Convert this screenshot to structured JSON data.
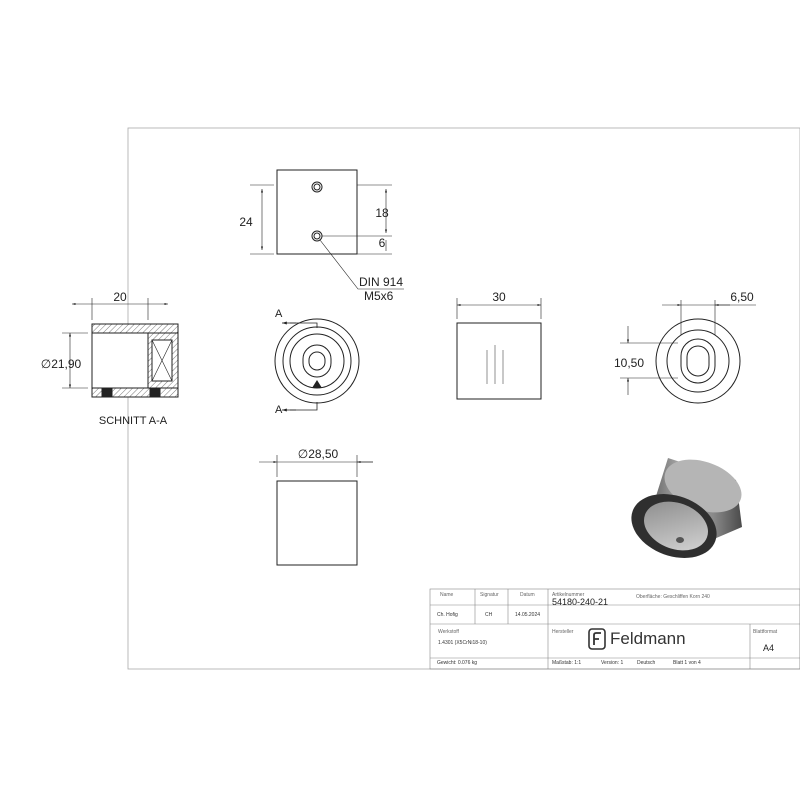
{
  "drawing": {
    "dims": {
      "top_height": "24",
      "top_hole_a": "18",
      "top_hole_b": "6",
      "thread_label": "DIN 914",
      "thread_size": "M5x6",
      "section_length": "20",
      "section_dia": "∅21,90",
      "section_title": "SCHNITT A-A",
      "cut_label_top": "A",
      "cut_label_bottom": "A",
      "side_width": "30",
      "right_slot": "6,50",
      "right_height": "10,50",
      "front_dia": "∅28,50"
    }
  },
  "title_block": {
    "name_hd": "Name",
    "signatur_hd": "Signatur",
    "datum_hd": "Datum",
    "artikel_hd": "Artikelnummer",
    "artikel_no": "54180-240-21",
    "oberflaeche": "Oberfläche:  Geschliffen Korn 240",
    "checked_by": "Ch. Hofig",
    "sig": "CH",
    "date": "14.05.2024",
    "hersteller_hd": "Hersteller",
    "werkstoff_hd": "Werkstoff",
    "werkstoff": "1.4301 (X5CrNi18-10)",
    "brand": "Feldmann",
    "blattformat_hd": "Blattformat",
    "blattformat": "A4",
    "gewicht": "Gewicht: 0.076 kg",
    "massstab": "Maßstab: 1:1",
    "version": "Version: 1",
    "sprache": "Deutsch",
    "blatt": "Blatt 1 von 4"
  },
  "colors": {
    "line": "#222222",
    "frame": "#999999",
    "hatch": "#555555",
    "metal_dark": "#3a3a3a",
    "metal_light": "#9a9a9a"
  }
}
